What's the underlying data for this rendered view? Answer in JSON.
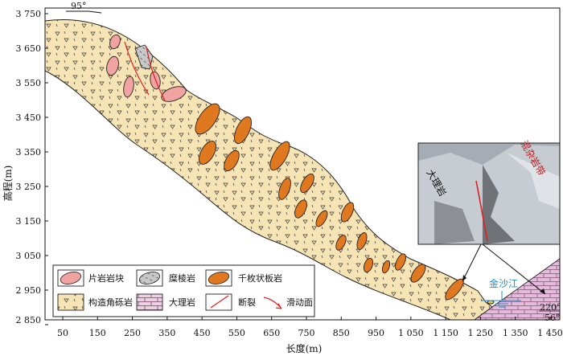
{
  "axes": {
    "x_title": "长度(m)",
    "y_title": "高程(m)",
    "x_ticks": [
      "50",
      "150",
      "250",
      "350",
      "450",
      "550",
      "650",
      "750",
      "850",
      "950",
      "1 050",
      "1 150",
      "1 250",
      "1 350",
      "1 450"
    ],
    "y_ticks": [
      "3 750",
      "3 650",
      "3 550",
      "3 450",
      "3 350",
      "3 250",
      "3 150",
      "3 050",
      "2 950",
      "2 850"
    ]
  },
  "annotations": {
    "top_dip": "95°",
    "river": "金沙江",
    "dip_direction": "220°",
    "dip_angle": "56°"
  },
  "photo": {
    "label_left": "大理岩",
    "label_right": "混杂岩带"
  },
  "legend": [
    {
      "key": "schist",
      "label": "片岩岩块"
    },
    {
      "key": "mylonite",
      "label": "糜棱岩"
    },
    {
      "key": "phyllite",
      "label": "千枚状板岩"
    },
    {
      "key": "breccia",
      "label": "构造角砾岩"
    },
    {
      "key": "marble",
      "label": "大理岩"
    },
    {
      "key": "fault",
      "label": "断裂"
    },
    {
      "key": "slip",
      "label": "滑动面"
    }
  ],
  "colors": {
    "breccia_fill": "#f7e4b5",
    "schist_fill": "#f0a3a0",
    "mylonite_fill": "#c8c8c8",
    "phyllite_fill": "#e07820",
    "marble_fill": "#f2cde6",
    "fault_line": "#e02020",
    "river_text": "#1e8fd6"
  }
}
